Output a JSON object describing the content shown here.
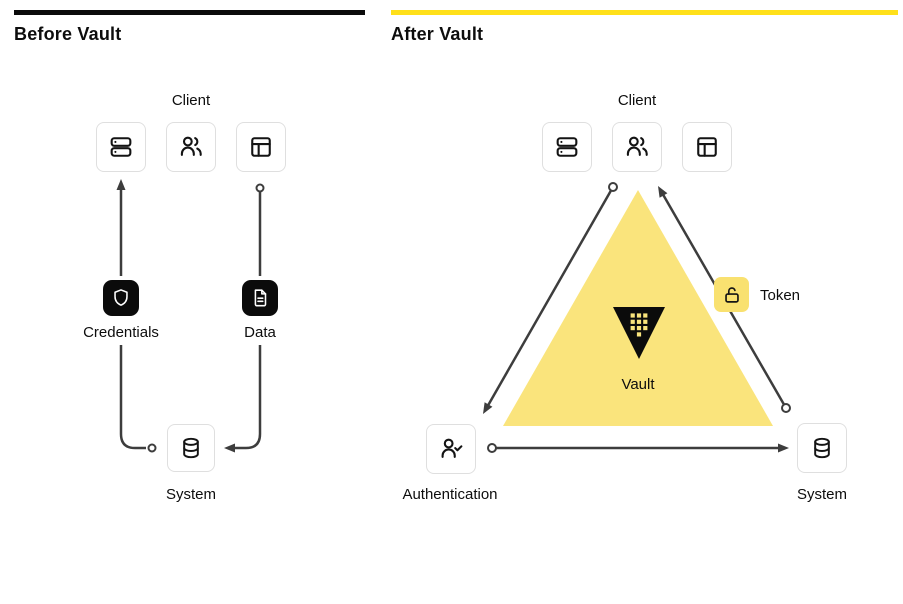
{
  "before": {
    "title": "Before Vault",
    "nodes": {
      "client": "Client",
      "credentials": "Credentials",
      "data": "Data",
      "system": "System"
    }
  },
  "after": {
    "title": "After Vault",
    "nodes": {
      "client": "Client",
      "vault": "Vault",
      "token": "Token",
      "authentication": "Authentication",
      "system": "System"
    }
  },
  "icons": {
    "client_icons": [
      "server-stack-icon",
      "users-icon",
      "layout-window-icon"
    ],
    "credentials": "shield-icon",
    "data": "document-icon",
    "system": "database-icon",
    "authentication": "user-check-icon",
    "token": "unlock-icon",
    "vault": "vault-logo"
  },
  "colors": {
    "bar-black": "#0b0b0b",
    "bar-yellow": "#FFE01A",
    "triangle": "#FAE47C",
    "token-bg": "#F9E170",
    "line": "#3d3d3d",
    "icon-stroke": "#141414",
    "box-border": "#dfdfdf",
    "text": "#0d0d0d"
  }
}
